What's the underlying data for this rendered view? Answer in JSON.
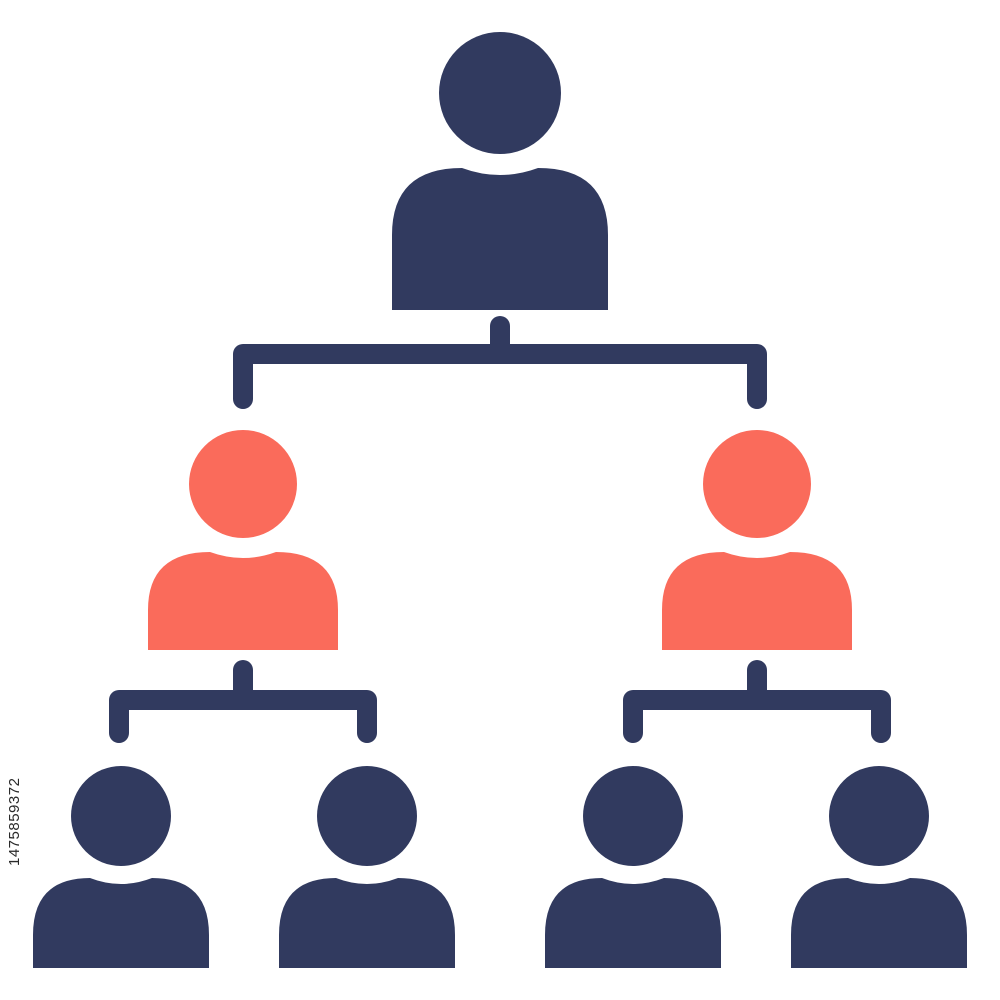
{
  "diagram": {
    "type": "org-chart-icon",
    "colors": {
      "primary": "#313a5f",
      "accent": "#fa6b5b",
      "background": "#ffffff"
    },
    "levels": [
      {
        "level": 1,
        "count": 1,
        "color": "primary"
      },
      {
        "level": 2,
        "count": 2,
        "color": "accent"
      },
      {
        "level": 3,
        "count": 4,
        "color": "primary"
      }
    ]
  },
  "watermark": {
    "id_text": "1475859372"
  }
}
